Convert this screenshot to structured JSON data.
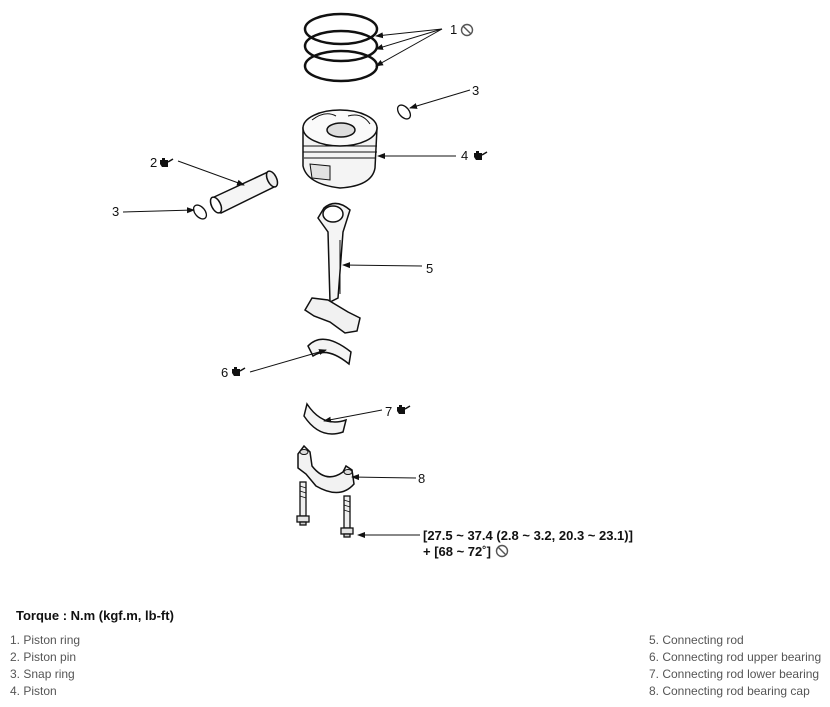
{
  "callouts": {
    "piston_ring": "1",
    "piston_pin": "2",
    "snap_ring_top": "3",
    "snap_ring_left": "3",
    "piston": "4",
    "connecting_rod": "5",
    "upper_bearing": "6",
    "lower_bearing": "7",
    "bearing_cap": "8"
  },
  "torque_spec": {
    "line1": "[27.5 ~ 37.4 (2.8 ~ 3.2, 20.3 ~ 23.1)]",
    "line2": "+ [68 ~ 72˚]"
  },
  "torque_heading": "Torque : N.m (kgf.m, lb-ft)",
  "legend_left": [
    "1. Piston ring",
    "2. Piston pin",
    "3. Snap ring",
    "4. Piston"
  ],
  "legend_right": [
    "5. Connecting rod",
    "6. Connecting rod upper bearing",
    "7. Connecting rod lower bearing",
    "8. Connecting rod bearing cap"
  ],
  "icons": {
    "do_not_reuse": "prohibit-circle-icon",
    "apply_oil": "oil-can-icon"
  },
  "colors": {
    "line": "#111111",
    "legend_text": "#555555"
  }
}
